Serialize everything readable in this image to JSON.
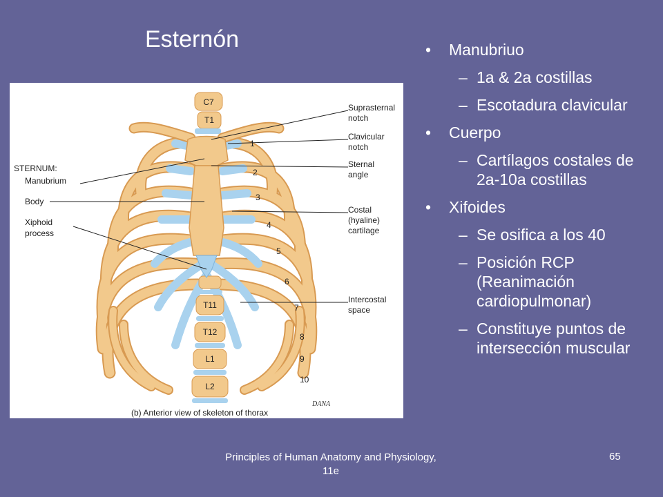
{
  "slide": {
    "title": "Esternón",
    "footer": "Principles of Human Anatomy and Physiology, 11e",
    "page_number": "65"
  },
  "bullets": [
    {
      "level": 1,
      "marker": "•",
      "text": "Manubriuo"
    },
    {
      "level": 2,
      "marker": "–",
      "text": "1a & 2a costillas"
    },
    {
      "level": 2,
      "marker": "–",
      "text": "Escotadura clavicular"
    },
    {
      "level": 1,
      "marker": "•",
      "text": "Cuerpo"
    },
    {
      "level": 2,
      "marker": "–",
      "text": "Cartílagos costales de 2a-10a costillas"
    },
    {
      "level": 1,
      "marker": "•",
      "text": "Xifoides"
    },
    {
      "level": 2,
      "marker": "–",
      "text": "Se osifica a los 40"
    },
    {
      "level": 2,
      "marker": "–",
      "text": "Posición RCP (Reanimación cardiopulmonar)"
    },
    {
      "level": 2,
      "marker": "–",
      "text": "Constituye puntos de intersección muscular"
    }
  ],
  "figure": {
    "caption": "(b) Anterior view of skeleton of thorax",
    "signature": "DANA",
    "left_labels": {
      "sternum": "STERNUM:",
      "manubrium": "Manubrium",
      "body": "Body",
      "xiphoid_1": "Xiphoid",
      "xiphoid_2": "process"
    },
    "right_labels": {
      "suprasternal_1": "Suprasternal",
      "suprasternal_2": "notch",
      "clavicular_1": "Clavicular",
      "clavicular_2": "notch",
      "sternal_1": "Sternal",
      "sternal_2": "angle",
      "costal_1": "Costal",
      "costal_2": "(hyaline)",
      "costal_3": "cartilage",
      "intercostal_1": "Intercostal",
      "intercostal_2": "space"
    },
    "vertebrae": [
      "C7",
      "T1",
      "T11",
      "T12",
      "L1",
      "L2"
    ],
    "rib_numbers": [
      "1",
      "2",
      "3",
      "4",
      "5",
      "6",
      "7",
      "8",
      "9",
      "10"
    ],
    "colors": {
      "bone": "#f2c98c",
      "bone_edge": "#d89a52",
      "cartilage": "#a9d2ee",
      "background": "#ffffff"
    }
  }
}
